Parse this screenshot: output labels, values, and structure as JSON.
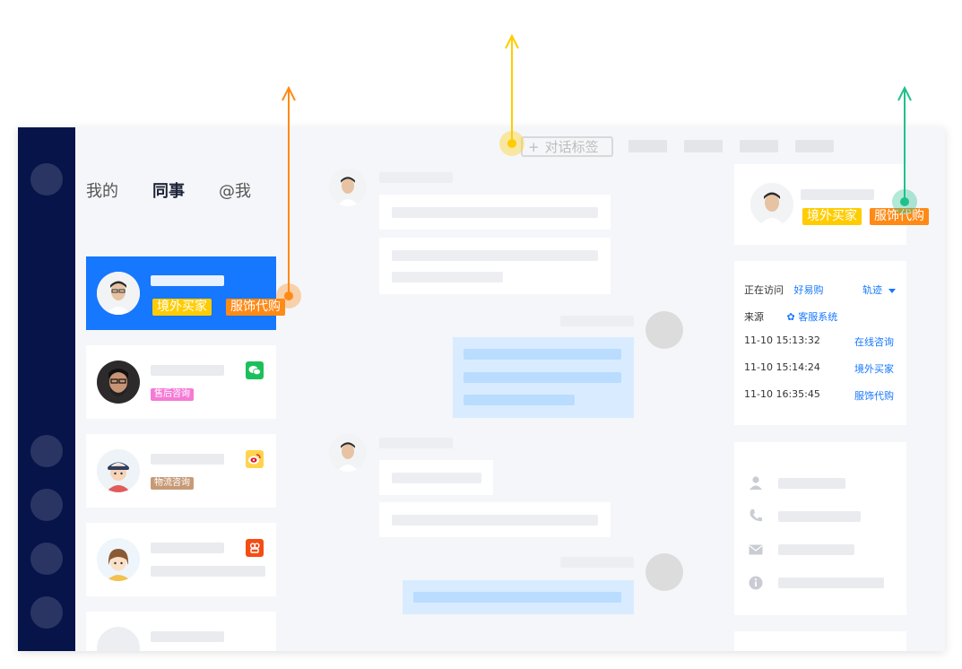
{
  "topbar": {
    "tag_button_plus": "+",
    "tag_button_label": "对话标签"
  },
  "tabs": [
    {
      "label": "我的"
    },
    {
      "label": "同事"
    },
    {
      "label": "@我"
    }
  ],
  "contacts": [
    {
      "tags": [
        "境外买家",
        "服饰代购"
      ]
    },
    {
      "tag": "售后咨询",
      "tag_color": "#f47bd5"
    },
    {
      "tag": "物流咨询",
      "tag_color": "#c79a76"
    },
    {}
  ],
  "profile": {
    "tags": [
      "境外买家",
      "服饰代购"
    ]
  },
  "visit": {
    "visiting_label": "正在访问",
    "visiting_value": "好易购",
    "track_label": "轨迹",
    "source_label": "来源",
    "source_value": "客服系统",
    "rows": [
      {
        "time": "11-10 15:13:32",
        "action": "在线咨询"
      },
      {
        "time": "11-10 15:14:24",
        "action": "境外买家"
      },
      {
        "time": "11-10 16:35:45",
        "action": "服饰代购"
      }
    ]
  },
  "colors": {
    "accent": "#1677ff",
    "nav": "#06144a",
    "yellow": "#ffcc00",
    "orange": "#ff8a16",
    "green": "#21c08b"
  },
  "icons": {
    "wechat": "wechat-icon",
    "weibo": "weibo-icon",
    "app": "app-icon"
  }
}
